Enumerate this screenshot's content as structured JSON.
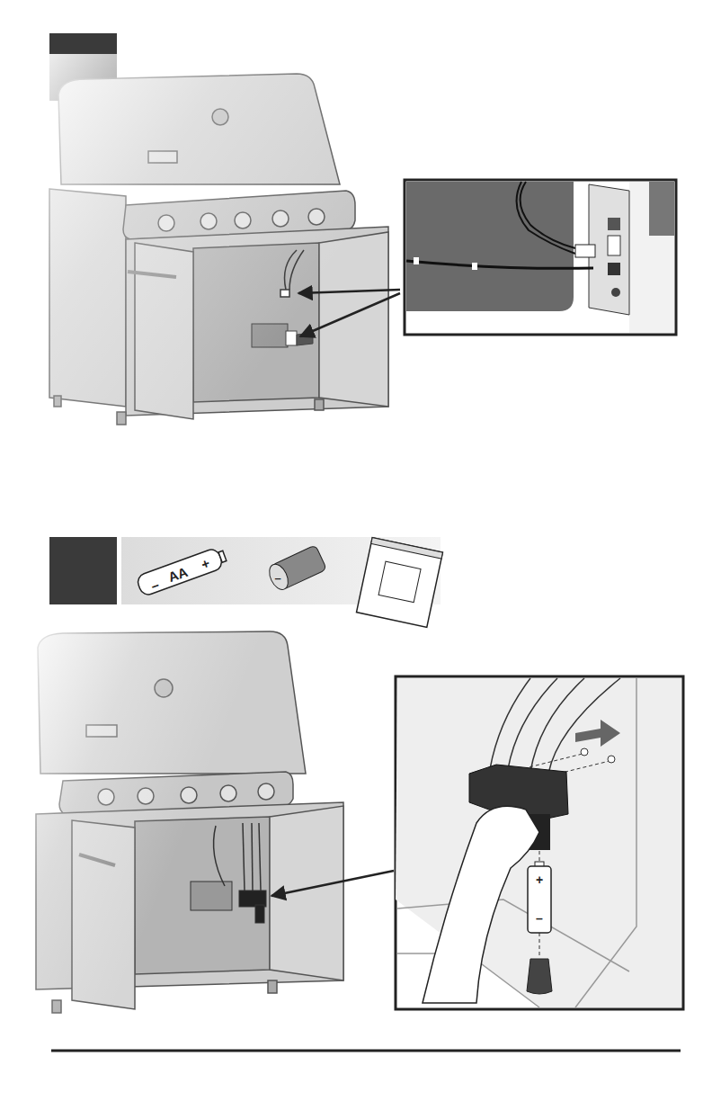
{
  "diagram": {
    "labels": [
      "–",
      "AA",
      "+",
      "–",
      "+",
      "–"
    ]
  }
}
